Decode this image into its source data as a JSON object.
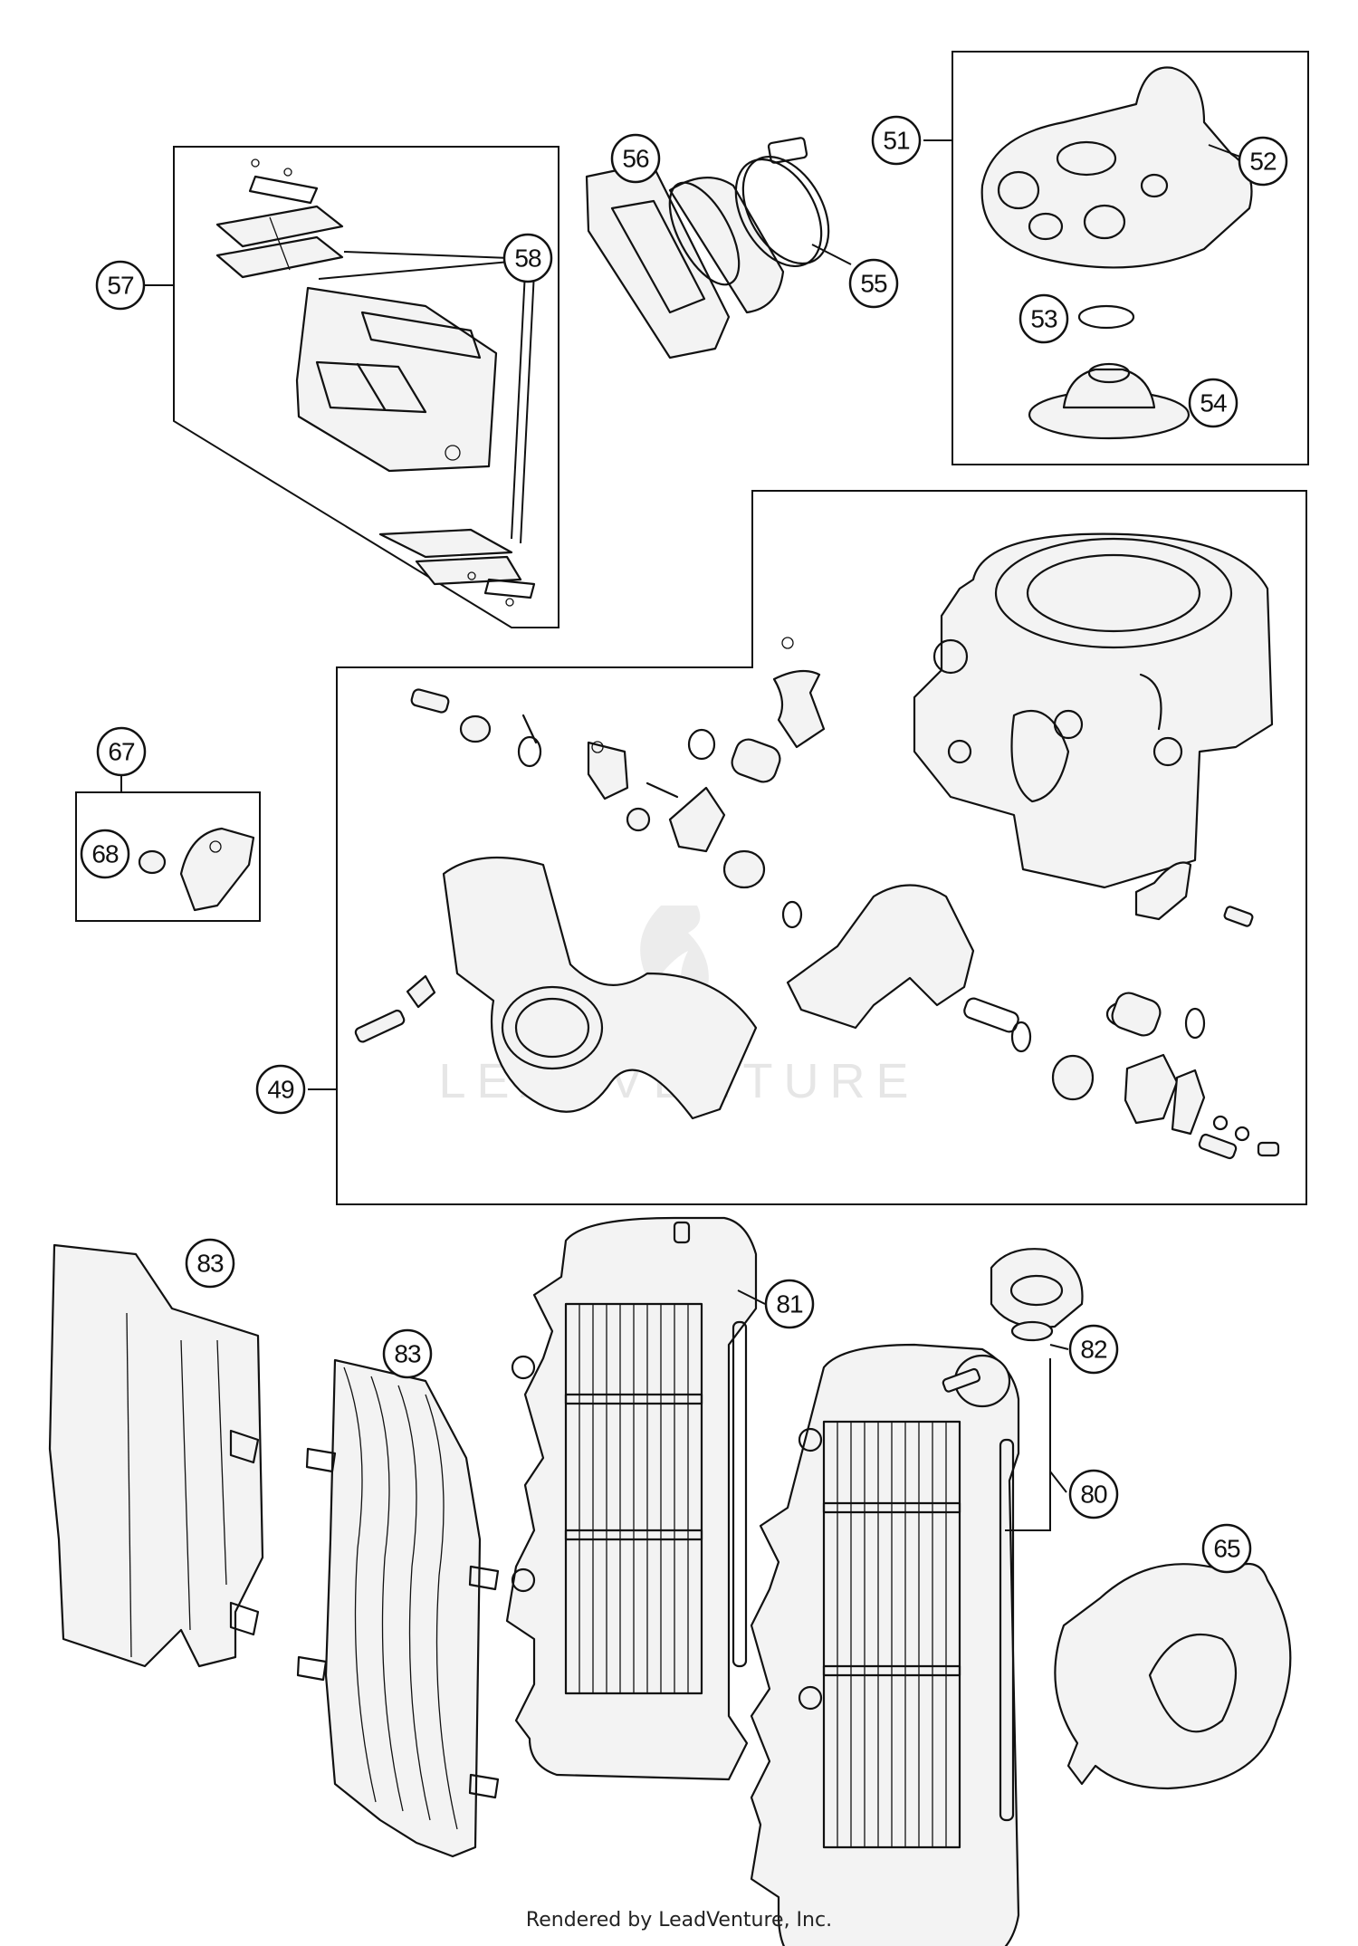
{
  "callouts": [
    {
      "id": "49",
      "label": "49"
    },
    {
      "id": "51",
      "label": "51"
    },
    {
      "id": "52",
      "label": "52"
    },
    {
      "id": "53",
      "label": "53"
    },
    {
      "id": "54",
      "label": "54"
    },
    {
      "id": "55",
      "label": "55"
    },
    {
      "id": "56",
      "label": "56"
    },
    {
      "id": "57",
      "label": "57"
    },
    {
      "id": "58",
      "label": "58"
    },
    {
      "id": "65",
      "label": "65"
    },
    {
      "id": "67",
      "label": "67"
    },
    {
      "id": "68",
      "label": "68"
    },
    {
      "id": "80",
      "label": "80"
    },
    {
      "id": "81",
      "label": "81"
    },
    {
      "id": "82",
      "label": "82"
    },
    {
      "id": "83a",
      "label": "83"
    },
    {
      "id": "83b",
      "label": "83"
    }
  ],
  "watermark": "LEADVENTURE",
  "footer": "Rendered by LeadVenture, Inc."
}
